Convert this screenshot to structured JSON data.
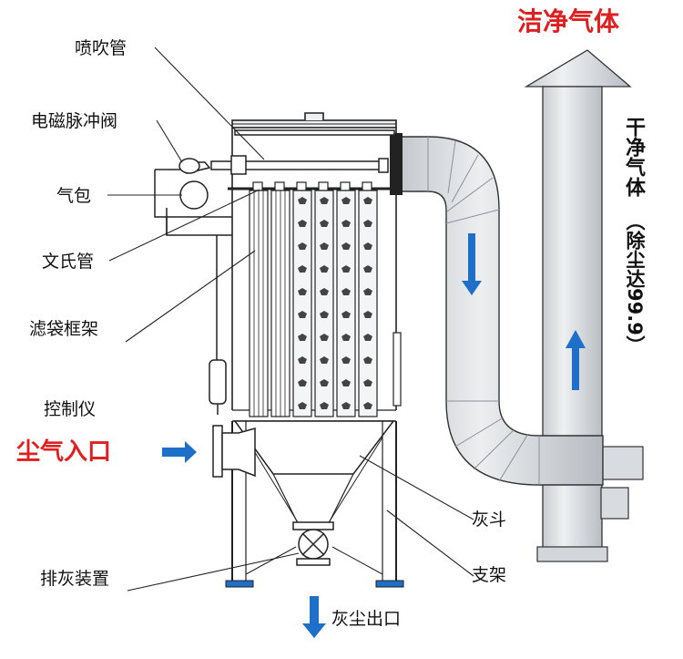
{
  "labels": {
    "blow_pipe": "喷吹管",
    "pulse_valve": "电磁脉冲阀",
    "air_bag": "气包",
    "venturi": "文氏管",
    "bag_frame": "滤袋框架",
    "controller": "控制仪",
    "dust_inlet": "尘气入口",
    "ash_hopper": "灰斗",
    "discharge": "排灰装置",
    "support": "支架",
    "dust_outlet": "灰尘出口",
    "clean_gas_top": "洁净气体",
    "clean_gas_side": "干净气体",
    "efficiency": "（除尘达99.9）"
  },
  "colors": {
    "label_red": "#e02020",
    "arrow_blue": "#1e6fc8",
    "duct_light": "#dfe2e6",
    "duct_dark": "#b4b9bf",
    "line": "#222222"
  }
}
